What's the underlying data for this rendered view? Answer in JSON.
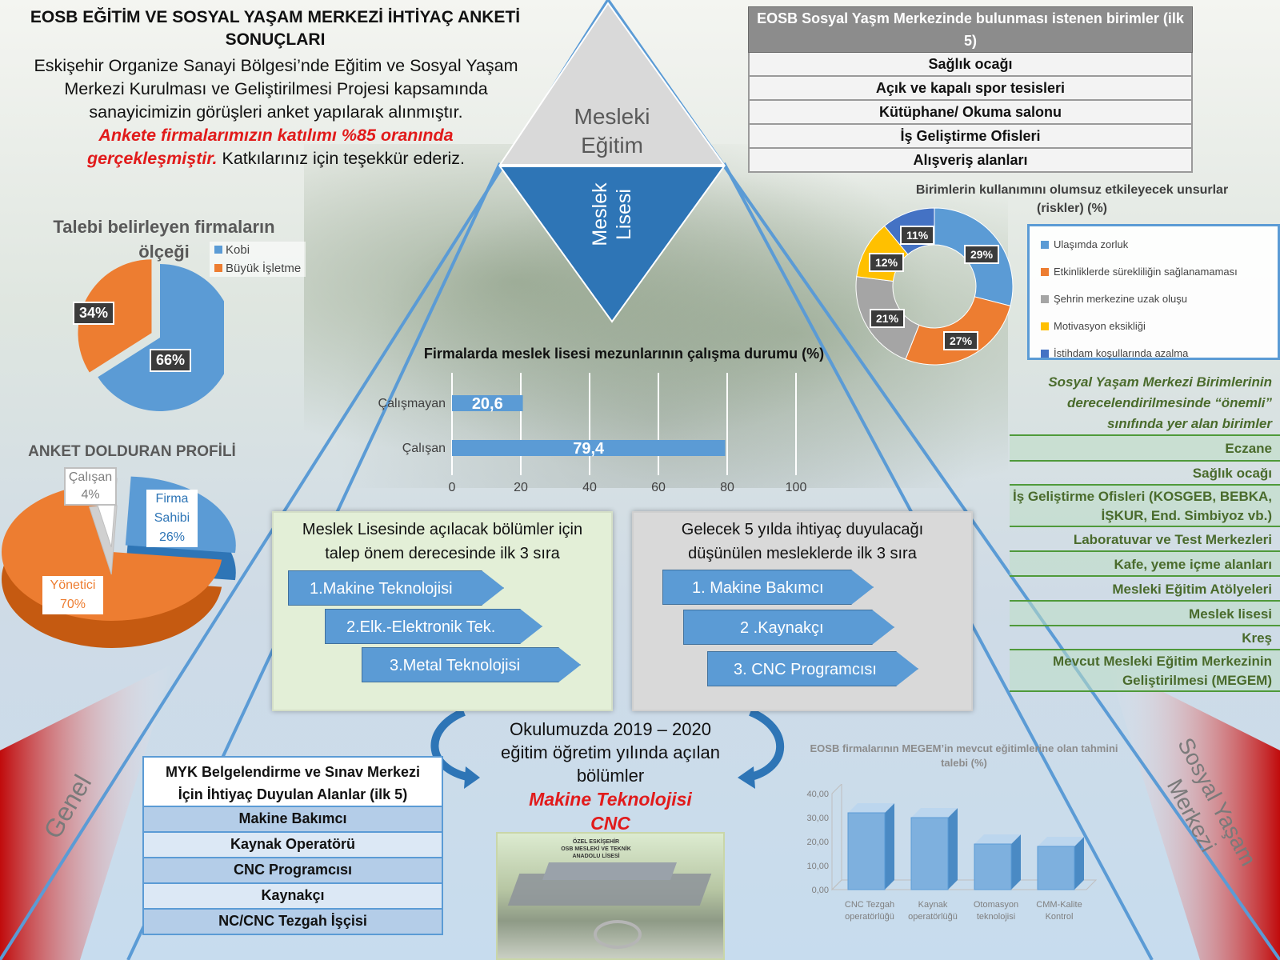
{
  "header": {
    "title": "EOSB EĞİTİM VE SOSYAL YAŞAM MERKEZİ İHTİYAÇ ANKETİ SONUÇLARI",
    "body_lines": [
      "Eskişehir Organize Sanayi Bölgesi’nde Eğitim ve Sosyal Yaşam",
      "Merkezi Kurulması ve Geliştirilmesi Projesi kapsamında",
      "sanayicimizin görüşleri anket yapılarak alınmıştır."
    ],
    "red_line_1": "Ankete firmalarımızın katılımı %85 oranında",
    "red_line_2": "gerçekleşmiştir.",
    "thanks": " Katkılarınız için teşekkür ederiz."
  },
  "pyramid": {
    "top_label_1": "Mesleki",
    "top_label_2": "Eğitim",
    "inner_label_1": "Meslek",
    "inner_label_2": "Lisesi",
    "left_label": "Genel",
    "right_label_1": "Sosyal Yaşam",
    "right_label_2": "Merkezi"
  },
  "birimler": {
    "title": "EOSB Sosyal Yaşm Merkezinde bulunması istenen birimler (ilk 5)",
    "rows": [
      "Sağlık ocağı",
      "Açık ve kapalı spor tesisleri",
      "Kütüphane/ Okuma salonu",
      "İş Geliştirme Ofisleri",
      "Alışveriş alanları"
    ]
  },
  "charts": {
    "colors": {
      "blue": "#5b9bd5",
      "orange": "#ed7d31",
      "grey": "#a5a5a5",
      "yellow": "#ffc000",
      "darkblue": "#4472c4"
    },
    "chart_data": [
      {
        "type": "pie",
        "title": "Talebi belirleyen firmaların ölçeği",
        "categories": [
          "Kobi",
          "Büyük İşletme"
        ],
        "values": [
          66,
          34
        ],
        "value_labels": [
          "66%",
          "34%"
        ]
      },
      {
        "type": "pie",
        "title": "ANKET DOLDURAN PROFİLİ",
        "categories": [
          "Firma Sahibi",
          "Yönetici",
          "Çalışan"
        ],
        "values": [
          26,
          70,
          4
        ],
        "value_labels": [
          "26%",
          "70%",
          "4%"
        ]
      },
      {
        "type": "pie",
        "title": "Birimlerin kullanımını olumsuz etkileyecek unsurlar (riskler) (%)",
        "categories": [
          "Ulaşımda zorluk",
          "Etkinliklerde sürekliliğin sağlanamaması",
          "Şehrin merkezine uzak oluşu",
          "Motivasyon eksikliği",
          "İstihdam koşullarında azalma"
        ],
        "values": [
          29,
          27,
          21,
          12,
          11
        ],
        "value_labels": [
          "29%",
          "27%",
          "21%",
          "12%",
          "11%"
        ]
      },
      {
        "type": "bar",
        "title": "Firmalarda meslek lisesi mezunlarının çalışma durumu (%)",
        "categories": [
          "Çalışmayan",
          "Çalışan"
        ],
        "values": [
          20.6,
          79.4
        ],
        "value_labels": [
          "20,6",
          "79,4"
        ],
        "xlim": [
          0,
          100
        ],
        "ticks": [
          "0",
          "20",
          "40",
          "60",
          "80",
          "100"
        ]
      },
      {
        "type": "bar",
        "title": "EOSB firmalarının MEGEM’in mevcut eğitimlerine olan tahmini talebi (%)",
        "categories": [
          "CNC Tezgah operatörlüğü",
          "Kaynak operatörlüğü",
          "Otomasyon teknolojisi",
          "CMM-Kalite Kontrol"
        ],
        "categories_lines": [
          [
            "CNC Tezgah",
            "operatörlüğü"
          ],
          [
            "Kaynak",
            "operatörlüğü"
          ],
          [
            "Otomasyon",
            "teknolojisi"
          ],
          [
            "CMM-Kalite",
            "Kontrol"
          ]
        ],
        "values": [
          32,
          30,
          19,
          18
        ],
        "ylim": [
          0,
          40
        ],
        "ticks": [
          "0,00",
          "10,00",
          "20,00",
          "30,00",
          "40,00"
        ]
      }
    ]
  },
  "onemli": {
    "head": [
      "Sosyal Yaşam Merkezi Birimlerinin",
      "derecelendirilmesinde “önemli”",
      "sınıfında yer alan birimler"
    ],
    "rows": [
      [
        "Eczane"
      ],
      [
        "Sağlık ocağı"
      ],
      [
        "İş Geliştirme Ofisleri (KOSGEB, BEBKA,",
        "İŞKUR, End. Simbiyoz vb.)"
      ],
      [
        "Laboratuvar ve Test Merkezleri"
      ],
      [
        "Kafe, yeme içme alanları"
      ],
      [
        "Mesleki Eğitim Atölyeleri"
      ],
      [
        "Meslek lisesi"
      ],
      [
        "Kreş"
      ],
      [
        "Mevcut Mesleki Eğitim Merkezinin",
        "Geliştirilmesi (MEGEM)"
      ]
    ]
  },
  "bolumler": {
    "title_1": "Meslek Lisesinde açılacak bölümler için",
    "title_2": "talep önem derecesinde ilk 3 sıra",
    "items": [
      "1.Makine Teknolojisi",
      "2.Elk.-Elektronik Tek.",
      "3.Metal Teknolojisi"
    ]
  },
  "meslekler": {
    "title_1": "Gelecek 5 yılda ihtiyaç duyulacağı",
    "title_2": "düşünülen mesleklerde ilk 3 sıra",
    "items": [
      "1. Makine Bakımcı",
      "2 .Kaynakçı",
      "3. CNC Programcısı"
    ]
  },
  "myk": {
    "title_1": "MYK Belgelendirme ve Sınav Merkezi",
    "title_2": "İçin İhtiyaç Duyulan Alanlar (ilk 5)",
    "rows": [
      "Makine Bakımcı",
      "Kaynak Operatörü",
      "CNC Programcısı",
      "Kaynakçı",
      "NC/CNC Tezgah İşçisi"
    ]
  },
  "okul": {
    "line_1": "Okulumuzda 2019 – 2020",
    "line_2": "eğitim öğretim yılında açılan",
    "line_3": "bölümler",
    "red_1": "Makine Teknolojisi",
    "red_2": "CNC",
    "sign_1": "ÖZEL ESKİŞEHİR",
    "sign_2": "OSB MESLEKİ VE TEKNİK",
    "sign_3": "ANADOLU LİSESİ"
  }
}
